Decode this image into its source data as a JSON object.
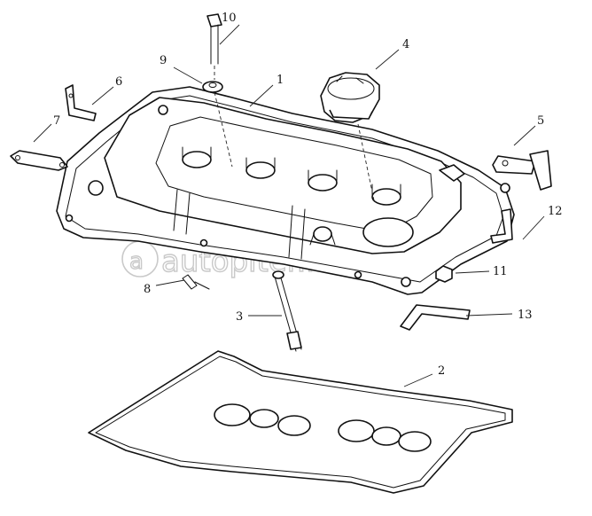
{
  "diagram": {
    "watermark": "autopiter.ru",
    "callouts": [
      {
        "id": "c10",
        "label": "10"
      },
      {
        "id": "c9",
        "label": "9"
      },
      {
        "id": "c4",
        "label": "4"
      },
      {
        "id": "c6",
        "label": "6"
      },
      {
        "id": "c1",
        "label": "1"
      },
      {
        "id": "c7",
        "label": "7"
      },
      {
        "id": "c5",
        "label": "5"
      },
      {
        "id": "c12",
        "label": "12"
      },
      {
        "id": "c11",
        "label": "11"
      },
      {
        "id": "c8",
        "label": "8"
      },
      {
        "id": "c3",
        "label": "3"
      },
      {
        "id": "c13",
        "label": "13"
      },
      {
        "id": "c2",
        "label": "2"
      }
    ]
  }
}
